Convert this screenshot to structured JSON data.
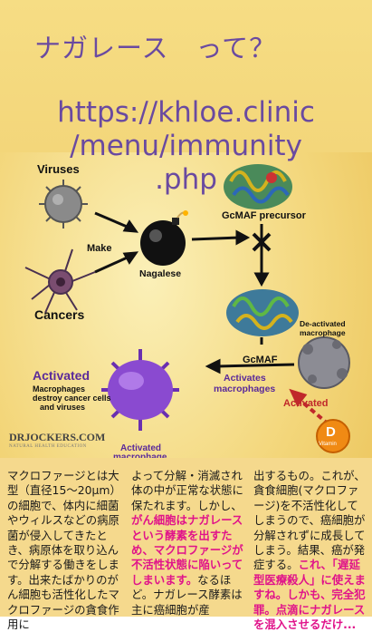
{
  "header": {
    "question": "ナガレース　って？",
    "url_line1": "https://khloe.clinic",
    "url_line2": "/menu/immunity",
    "url_line3": ".php"
  },
  "diagram": {
    "viruses": "Viruses",
    "cancers": "Cancers",
    "make": "Make",
    "nagalese": "Nagalese",
    "gcmaf_precursor": "GcMAF precursor",
    "deactivated": "De-activated",
    "macrophage": "macrophage",
    "gcmaf": "GcMAF",
    "activates": "Activates",
    "macrophages": "macrophages",
    "activated_arrow": "Activated",
    "vitamin": "Vitamin",
    "vitamin_letter": "D",
    "activated_title": "Activated",
    "activated_desc1": "Macrophages",
    "activated_desc2": "destroy cancer cells",
    "activated_desc3": "and viruses",
    "activated_macrophage1": "Activated",
    "activated_macrophage2": "macrophage",
    "logo": "DRJOCKERS.COM",
    "logo_tag": "NATURAL HEALTH EDUCATION"
  },
  "text": {
    "col1": "マクロファージとは大型（直径15〜20μm）の細胞で、体内に細菌やウィルスなどの病原菌が侵入してきたとき、病原体を取り込んで分解する働きをします。出来たばかりのがん細胞も活性化したマクロファージの貪食作用に",
    "col2_a": "よって分解・消滅され体の中が正常な状態に保たれます。しかし、",
    "col2_hl": "がん細胞はナガレースという酵素を出すため、マクロファージが不活性状態に陥いってしまいます。",
    "col2_b": "なるほど。ナガレース酵素は主に癌細胞が産",
    "col3_a": "出するもの。これが、貪食細胞(マクロファージ)を不活性化してしまうので、癌細胞が分解されずに成長してしまう。結果、癌が発症する。",
    "col3_hl": "これ、「遅延型医療殺人」に使えますね。しかも、完全犯罪。点滴にナガレースを混入させるだけ..."
  },
  "colors": {
    "title": "#6a4aa0",
    "highlight": "#e0138a",
    "text_bg": "#f5d98d"
  }
}
